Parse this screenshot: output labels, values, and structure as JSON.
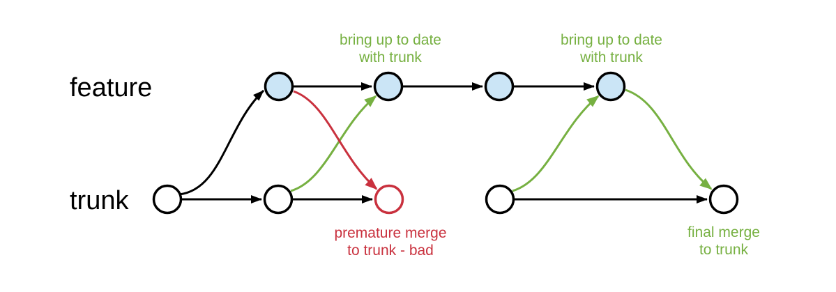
{
  "diagram": {
    "type": "git-branching-diagram",
    "branches": [
      {
        "label": "feature",
        "commit_count": 4,
        "node_fill": "#cbe5f6"
      },
      {
        "label": "trunk",
        "commit_count": 5,
        "node_fill": "#ffffff"
      }
    ],
    "labels": {
      "feature": "feature",
      "trunk": "trunk"
    },
    "annotations": {
      "bring_up_to_date_1": {
        "line1": "bring up to date",
        "line2": "with trunk",
        "color": "#76b041"
      },
      "bring_up_to_date_2": {
        "line1": "bring up to date",
        "line2": "with trunk",
        "color": "#76b041"
      },
      "premature_merge": {
        "line1": "premature merge",
        "line2": "to trunk - bad",
        "color": "#c9313e"
      },
      "final_merge": {
        "line1": "final merge",
        "line2": "to trunk",
        "color": "#76b041"
      }
    },
    "edges": [
      {
        "from": "trunk-1",
        "to": "feature-1",
        "kind": "branch",
        "color": "#000000"
      },
      {
        "from": "trunk-2",
        "to": "feature-2",
        "kind": "update-merge",
        "color": "#76b041"
      },
      {
        "from": "trunk-4",
        "to": "feature-4",
        "kind": "update-merge",
        "color": "#76b041"
      },
      {
        "from": "feature-1",
        "to": "trunk-3",
        "kind": "premature-merge",
        "color": "#c9313e"
      },
      {
        "from": "feature-4",
        "to": "trunk-5",
        "kind": "final-merge",
        "color": "#76b041"
      }
    ],
    "colors": {
      "merge_good": "#76b041",
      "merge_bad": "#c9313e",
      "edge": "#000000",
      "feature_node_fill": "#cbe5f6",
      "trunk_node_fill": "#ffffff",
      "bad_node_stroke": "#c9313e",
      "background": "#ffffff"
    }
  }
}
